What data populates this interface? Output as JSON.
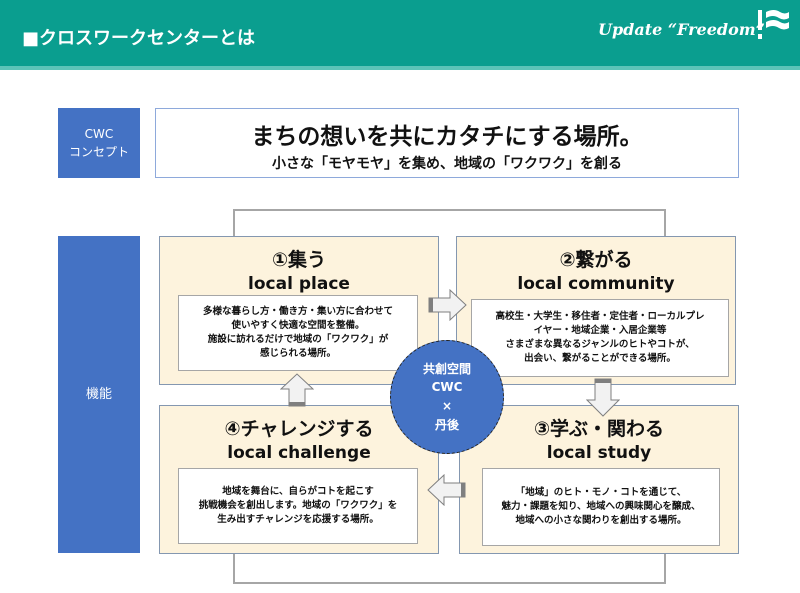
{
  "header": {
    "title": "■クロスワークセンターとは",
    "tagline": "Update “Freedom”"
  },
  "concept": {
    "label_line1": "CWC",
    "label_line2": "コンセプト",
    "main": "まちの想いを共にカタチにする場所。",
    "sub": "小さな「モヤモヤ」を集め、地域の「ワクワク」を創る"
  },
  "functions": {
    "label": "機能"
  },
  "quadrants": [
    {
      "title": "①集う",
      "subtitle": "local place",
      "lines": [
        "多様な暮らし方・働き方・集い方に合わせて",
        "使いやすく快適な空間を整備。",
        "施設に訪れるだけで地域の「ワクワク」が",
        "感じられる場所。"
      ]
    },
    {
      "title": "②繋がる",
      "subtitle": "local community",
      "lines": [
        "高校生・大学生・移住者・定住者・ローカルプレ",
        "イヤー・地域企業・入居企業等",
        "さまざまな異なるジャンルのヒトやコトが、",
        "出会い、繋がることができる場所。"
      ]
    },
    {
      "title": "③学ぶ・関わる",
      "subtitle": "local study",
      "lines": [
        "「地域」のヒト・モノ・コトを通じて、",
        "魅力・課題を知り、地域への興味関心を醸成、",
        "地域への小さな関わりを創出する場所。"
      ]
    },
    {
      "title": "④チャレンジする",
      "subtitle": "local challenge",
      "lines": [
        "地域を舞台に、自らがコトを起こす",
        "挑戦機会を創出します。地域の「ワクワク」を",
        "生み出すチャレンジを応援する場所。"
      ]
    }
  ],
  "center": {
    "line1": "共創空間",
    "line2": "CWC",
    "line3": "×",
    "line4": "丹後"
  }
}
